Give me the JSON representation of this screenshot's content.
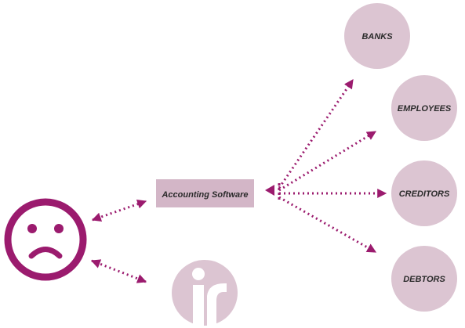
{
  "colors": {
    "accent": "#9b1b6e",
    "node_fill": "#dcc5d2",
    "box_fill": "#d3b6c7",
    "white": "#ffffff"
  },
  "nodes": {
    "software": {
      "label": "Accounting Software"
    },
    "banks": {
      "label": "BANKS"
    },
    "employees": {
      "label": "EMPLOYEES"
    },
    "creditors": {
      "label": "CREDITORS"
    },
    "debtors": {
      "label": "DEBTORS"
    }
  },
  "icons": {
    "user": "sad-face-icon",
    "tax": "ir-logo-icon"
  },
  "connections": [
    {
      "from": "user",
      "to": "software",
      "style": "dotted",
      "arrows": "both"
    },
    {
      "from": "user",
      "to": "ir-logo",
      "style": "dotted",
      "arrows": "both"
    },
    {
      "from": "software",
      "to": "banks",
      "style": "dotted",
      "arrows": "to"
    },
    {
      "from": "software",
      "to": "employees",
      "style": "dotted",
      "arrows": "to"
    },
    {
      "from": "software",
      "to": "creditors",
      "style": "dotted",
      "arrows": "to"
    },
    {
      "from": "software",
      "to": "debtors",
      "style": "dotted",
      "arrows": "to"
    }
  ]
}
